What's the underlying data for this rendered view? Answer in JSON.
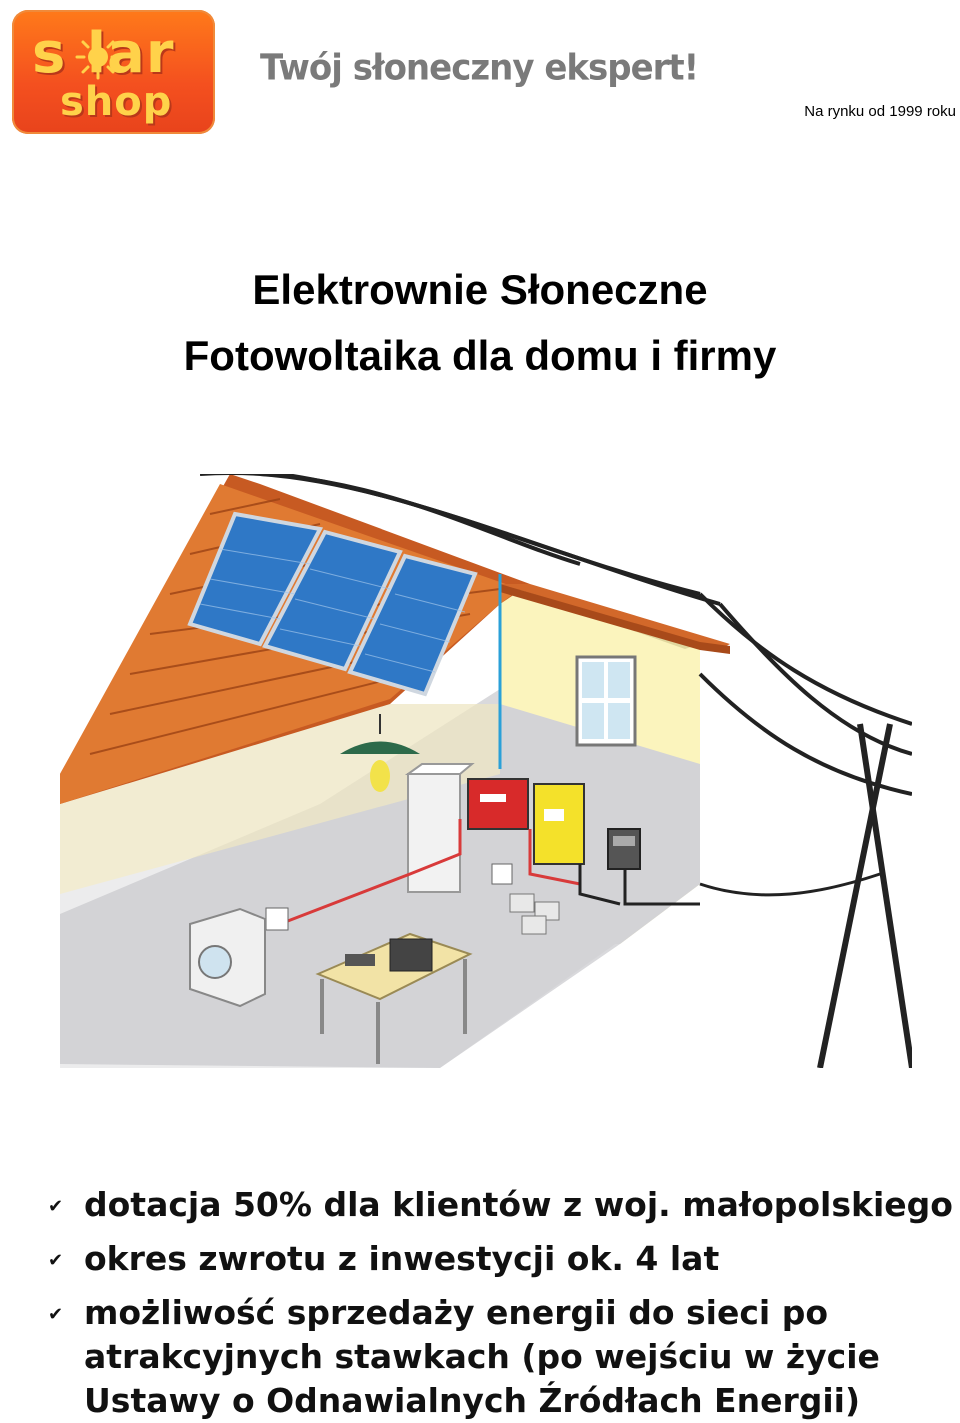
{
  "header": {
    "logo_top_word": "s  lar",
    "logo_bottom_word": "shop",
    "slogan": "Twój słoneczny ekspert!",
    "since": "Na rynku od 1999 roku",
    "brand_color": "#f4501f",
    "logo_text_color": "#ffd24a"
  },
  "title": {
    "line1": "Elektrownie Słoneczne",
    "line2": "Fotowoltaika dla domu i firmy"
  },
  "benefits": [
    {
      "icon": "checkmark-icon",
      "check": "✔",
      "text": "dotacja 50% dla klientów z woj. małopolskiego"
    },
    {
      "icon": "checkmark-icon",
      "check": "✔",
      "text": "okres zwrotu z inwestycji ok. 4 lat"
    },
    {
      "icon": "checkmark-icon",
      "check": "✔",
      "text": "możliwość sprzedaży energii do sieci po atrakcyjnych stawkach (po wejściu w życie Ustawy o Odnawialnych Źródłach Energii)"
    }
  ]
}
